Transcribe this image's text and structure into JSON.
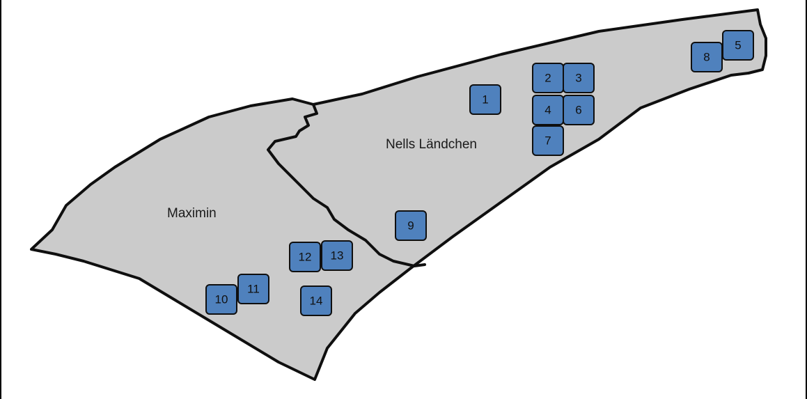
{
  "map": {
    "colors": {
      "land": "#cbcbcb",
      "border": "#0f0f0f",
      "marker_fill": "#4f81bd",
      "marker_border": "#0f0f0f",
      "text": "#1a1a1a"
    },
    "districts": [
      {
        "id": "nells-laendchen",
        "label": "Nells Ländchen"
      },
      {
        "id": "maximin",
        "label": "Maximin"
      }
    ],
    "markers": [
      {
        "id": "marker-1",
        "label": "1"
      },
      {
        "id": "marker-2",
        "label": "2"
      },
      {
        "id": "marker-3",
        "label": "3"
      },
      {
        "id": "marker-4",
        "label": "4"
      },
      {
        "id": "marker-5",
        "label": "5"
      },
      {
        "id": "marker-6",
        "label": "6"
      },
      {
        "id": "marker-7",
        "label": "7"
      },
      {
        "id": "marker-8",
        "label": "8"
      },
      {
        "id": "marker-9",
        "label": "9"
      },
      {
        "id": "marker-10",
        "label": "10"
      },
      {
        "id": "marker-11",
        "label": "11"
      },
      {
        "id": "marker-12",
        "label": "12"
      },
      {
        "id": "marker-13",
        "label": "13"
      },
      {
        "id": "marker-14",
        "label": "14"
      }
    ]
  }
}
